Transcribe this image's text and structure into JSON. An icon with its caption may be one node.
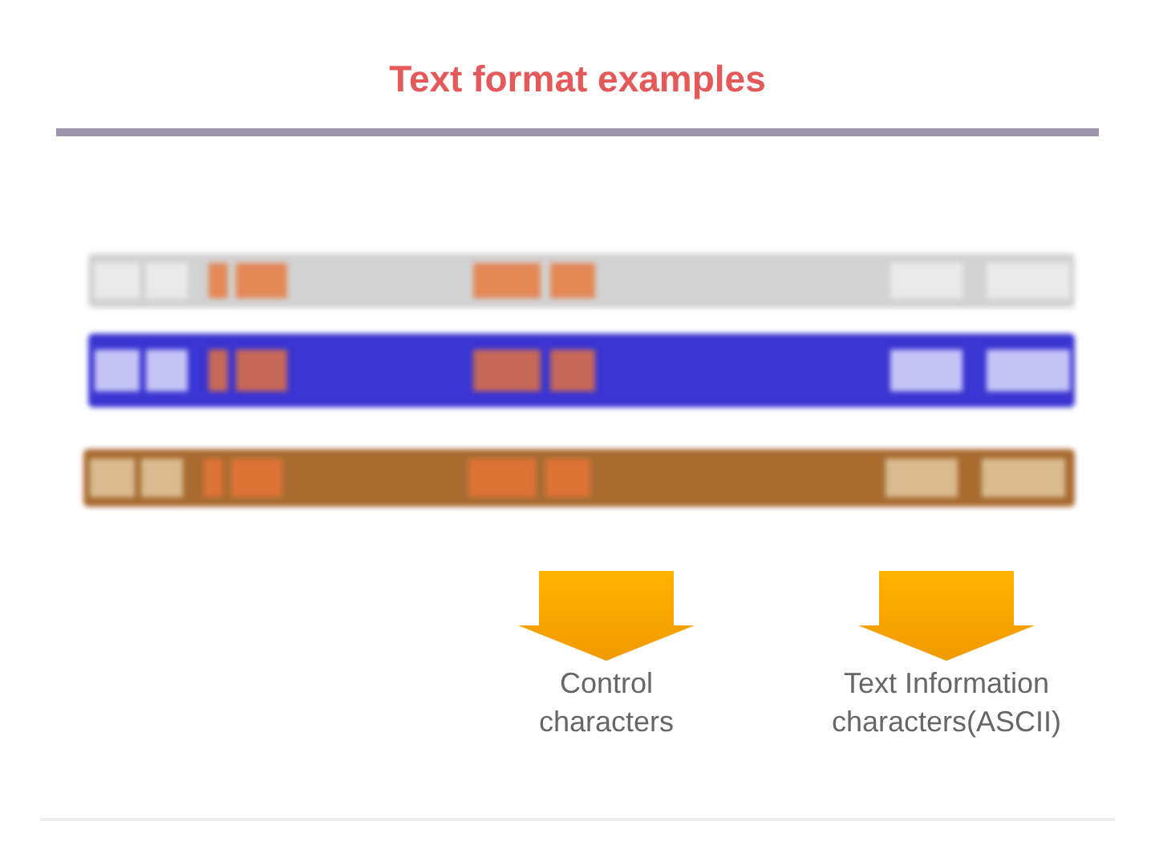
{
  "diagram": {
    "title": "Text format examples",
    "nodes": [
      {
        "text": [],
        "shape": "bar"
      },
      {
        "text": [],
        "shape": "bar"
      },
      {
        "text": [],
        "shape": "bar"
      },
      {
        "text": [
          "Control characters"
        ]
      },
      {
        "text": [
          "Text Information characters(ASCII)"
        ]
      }
    ],
    "edges": [
      {
        "from": null,
        "to": 3,
        "arrow": "to"
      },
      {
        "from": null,
        "to": 4,
        "arrow": "to"
      }
    ]
  }
}
